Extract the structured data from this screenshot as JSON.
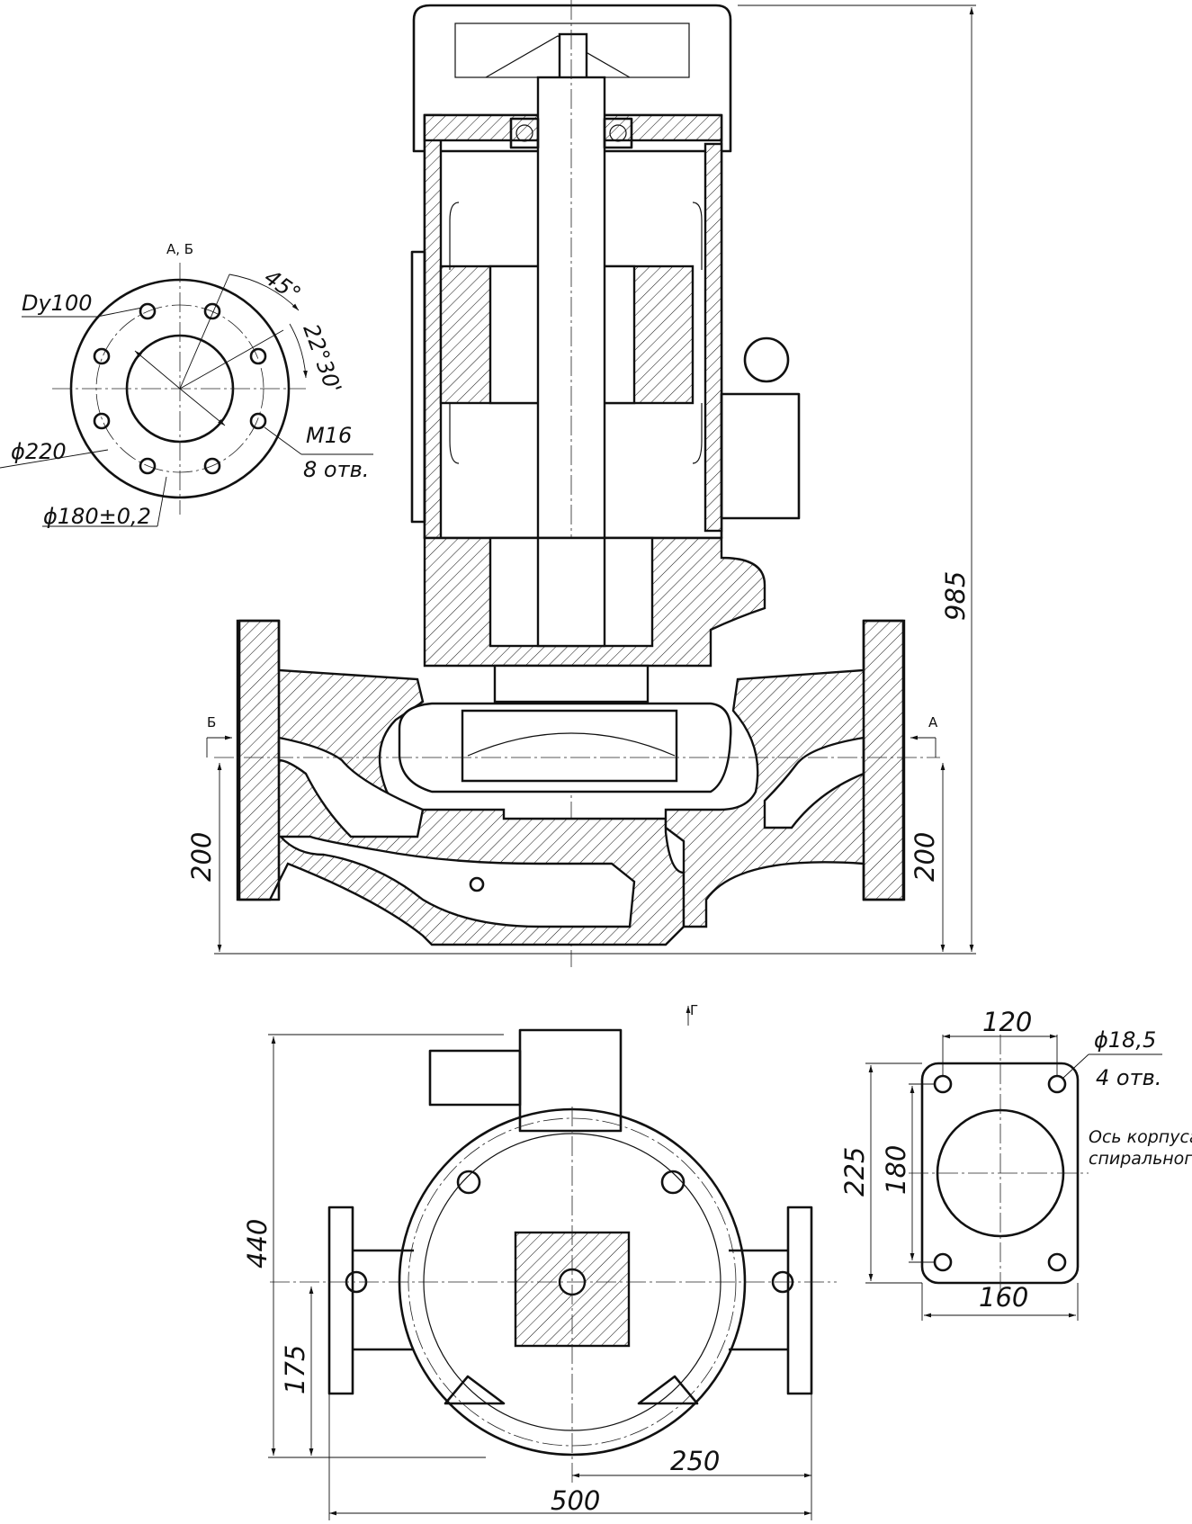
{
  "flange_view": {
    "view_label": "А, Б",
    "dy": "Dy100",
    "angle_45": "45°",
    "angle_22": "22°30'",
    "bore_dia": "ϕ220",
    "pcd": "ϕ180±0,2",
    "thread": "M16",
    "holes": "8 отв."
  },
  "section_view": {
    "label_b": "Б",
    "label_a": "А",
    "label_g": "Г",
    "dim_height_total": "985",
    "dim_left_200": "200",
    "dim_right_200": "200"
  },
  "plan_view": {
    "dim_440": "440",
    "dim_175": "175",
    "dim_250": "250",
    "dim_500": "500"
  },
  "base_view": {
    "dim_120": "120",
    "dim_hole": "ϕ18,5",
    "holes": "4 отв.",
    "dim_225": "225",
    "dim_180": "180",
    "dim_160": "160",
    "axis_note_1": "Ось корпуса",
    "axis_note_2": "спирального"
  }
}
